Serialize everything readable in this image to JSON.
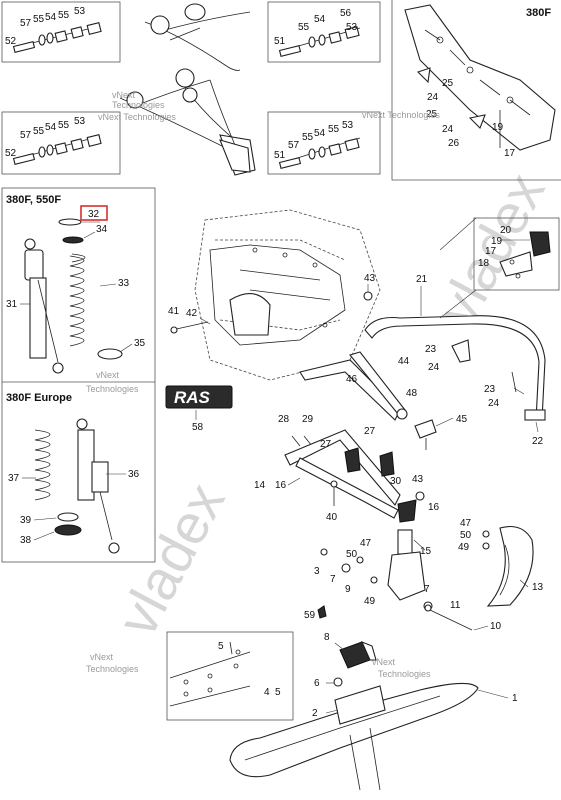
{
  "variants": {
    "top_right": "380F",
    "left_group_1": "380F, 550F",
    "left_group_2": "380F Europe"
  },
  "watermarks": {
    "company_line1": "vNext",
    "company_line2": "Technologies",
    "company_full": "vNext Technologies",
    "big": "vladex"
  },
  "logo_text": "RAS",
  "highlighted_callout": "32",
  "callouts": {
    "c52a": "52",
    "c57a": "57",
    "c55a": "55",
    "c54a": "54",
    "c55b": "55",
    "c53a": "53",
    "c51a": "51",
    "c55c": "55",
    "c54b": "54",
    "c56a": "56",
    "c53b": "53",
    "c52b": "52",
    "c57b": "57",
    "c55d": "55",
    "c54c": "54",
    "c55e": "55",
    "c53c": "53",
    "c51b": "51",
    "c57c": "57",
    "c55f": "55",
    "c54d": "54",
    "c55g": "55",
    "c53d": "53",
    "c25a": "25",
    "c24a": "24",
    "c25b": "25",
    "c24b": "24",
    "c26": "26",
    "c19": "19",
    "c17a": "17",
    "c34": "34",
    "c31": "31",
    "c33": "33",
    "c35": "35",
    "c37": "37",
    "c36": "36",
    "c39": "39",
    "c38": "38",
    "c20": "20",
    "c19b": "19",
    "c17b": "17",
    "c18": "18",
    "c43a": "43",
    "c21": "21",
    "c41": "41",
    "c42": "42",
    "c44": "44",
    "c46": "46",
    "c48": "48",
    "c23a": "23",
    "c24c": "24",
    "c23b": "23",
    "c24d": "24",
    "c58": "58",
    "c28": "28",
    "c29": "29",
    "c27a": "27",
    "c27b": "27",
    "c45": "45",
    "c22": "22",
    "c14": "14",
    "c16a": "16",
    "c30": "30",
    "c43b": "43",
    "c16b": "16",
    "c40": "40",
    "c47a": "47",
    "c50a": "50",
    "c49a": "49",
    "c15": "15",
    "c47b": "47",
    "c50b": "50",
    "c3": "3",
    "c9": "9",
    "c7a": "7",
    "c7b": "7",
    "c49b": "49",
    "c13": "13",
    "c11": "11",
    "c59": "59",
    "c10": "10",
    "c8": "8",
    "c5": "5",
    "c6": "6",
    "c4": "4",
    "c5b": "5",
    "c1": "1",
    "c2": "2"
  }
}
